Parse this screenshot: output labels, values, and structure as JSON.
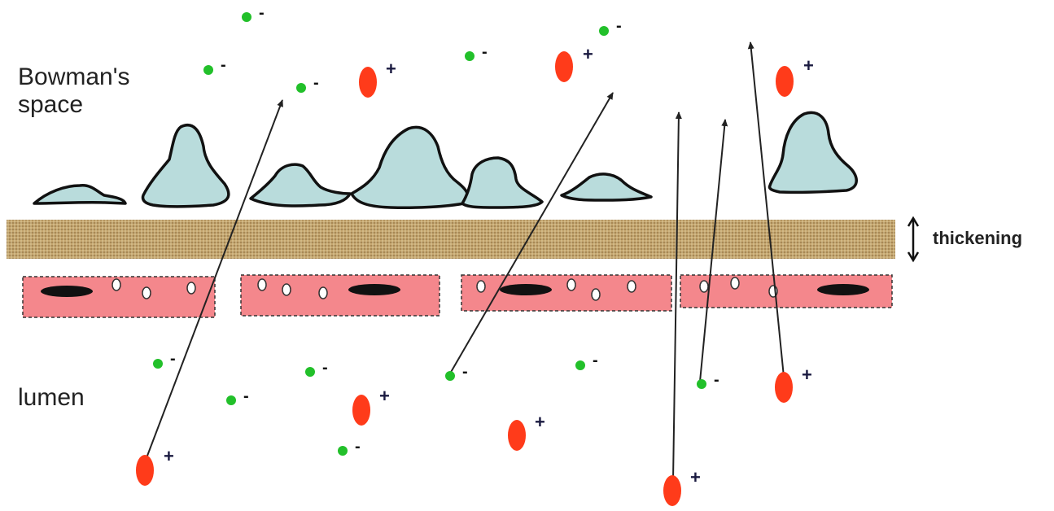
{
  "labels": {
    "bowmans_line1": "Bowman's",
    "bowmans_line2": "space",
    "lumen": "lumen",
    "thickening": "thickening"
  },
  "charge_symbols": {
    "negative": "-",
    "positive": "+"
  },
  "colors": {
    "podocyte_fill": "#b9dcdc",
    "membrane_fill": "#b08f58",
    "endothelium_fill": "#f4878c",
    "anion": "#22c02a",
    "cation": "#ff3b1a",
    "arrow": "#222222"
  }
}
